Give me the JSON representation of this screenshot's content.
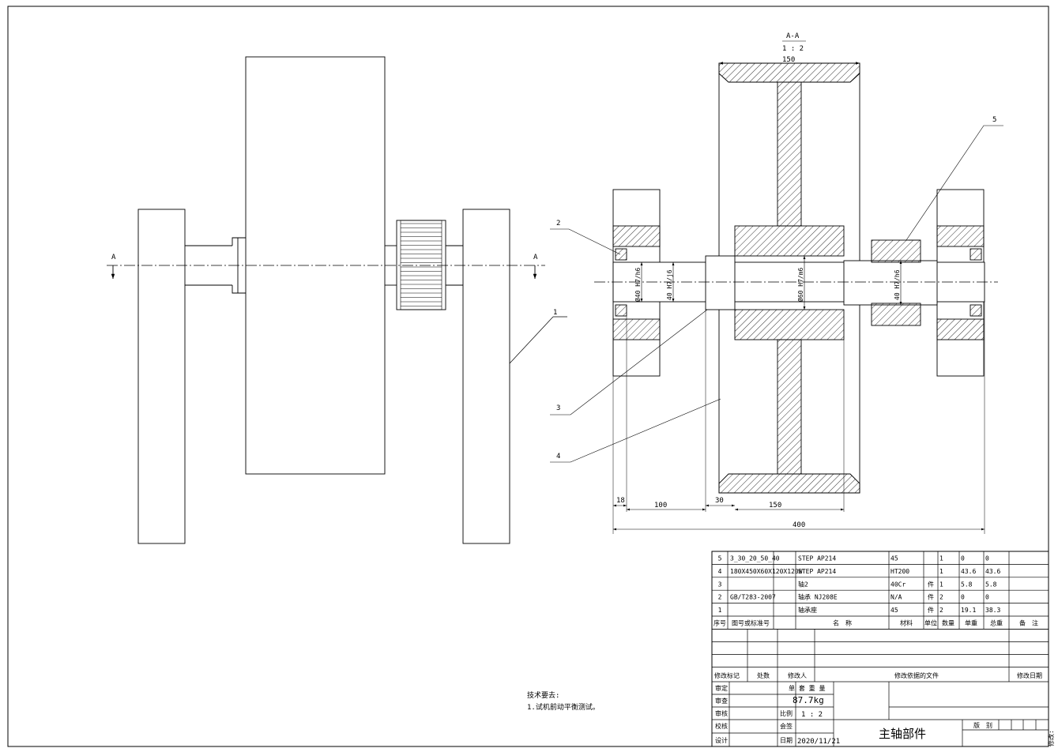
{
  "drawing": {
    "section_label": "A-A",
    "section_scale": "1 : 2",
    "cut_mark": "A",
    "leaders": [
      "1",
      "2",
      "3",
      "4",
      "5"
    ],
    "dims": {
      "wheel_width": "150",
      "hub_width": "150",
      "gap": "30",
      "left_len": "100",
      "bearing_w": "18",
      "total": "400",
      "fit_left_bearing": "Ø40 H7/h6",
      "fit_left_shaft": "40 H7/j6",
      "fit_hub": "Ø60 H7/m6",
      "fit_right": "40 H7/h6"
    },
    "notes_title": "技术要去:",
    "notes": [
      "1.试机前动平衡测试。"
    ]
  },
  "bom": {
    "rows": [
      {
        "no": "5",
        "code": "3_30_20_50_40",
        "name": "STEP AP214",
        "material": "45",
        "unit": "",
        "qty": "1",
        "unit_wt": "0",
        "total_wt": "0",
        "remark": ""
      },
      {
        "no": "4",
        "code": "180X450X60X120X120W",
        "name": "STEP AP214",
        "material": "HT200",
        "unit": "",
        "qty": "1",
        "unit_wt": "43.6",
        "total_wt": "43.6",
        "remark": ""
      },
      {
        "no": "3",
        "code": "",
        "name": "轴2",
        "material": "40Cr",
        "unit": "件",
        "qty": "1",
        "unit_wt": "5.8",
        "total_wt": "5.8",
        "remark": ""
      },
      {
        "no": "2",
        "code": "GB/T283-2007",
        "name": "轴承 NJ208E",
        "material": "N/A",
        "unit": "件",
        "qty": "2",
        "unit_wt": "0",
        "total_wt": "0",
        "remark": ""
      },
      {
        "no": "1",
        "code": "",
        "name": "轴承座",
        "material": "45",
        "unit": "件",
        "qty": "2",
        "unit_wt": "19.1",
        "total_wt": "38.3",
        "remark": ""
      }
    ],
    "headers": {
      "no": "序号",
      "code": "图号或标准号",
      "name": "名　称",
      "material": "材料",
      "unit": "单位",
      "qty": "数量",
      "unit_wt": "单重",
      "total_wt": "总重",
      "remark": "备　注"
    }
  },
  "revision": {
    "mark": "修改标记",
    "count": "处数",
    "person": "修改人",
    "file": "修改依据的文件",
    "date": "修改日期"
  },
  "title_block": {
    "approve": "审定",
    "check": "审查",
    "review": "审核",
    "proof": "校核",
    "design": "设计",
    "weight_label": "单 套 重 量",
    "weight": "87.7kg",
    "scale_label": "比例",
    "scale": "1 : 2",
    "sign_label": "会签",
    "date_label": "日期",
    "date": "2020/11/21",
    "part_name": "主轴部件",
    "version_label": "版　别",
    "side_note": "修改:"
  }
}
